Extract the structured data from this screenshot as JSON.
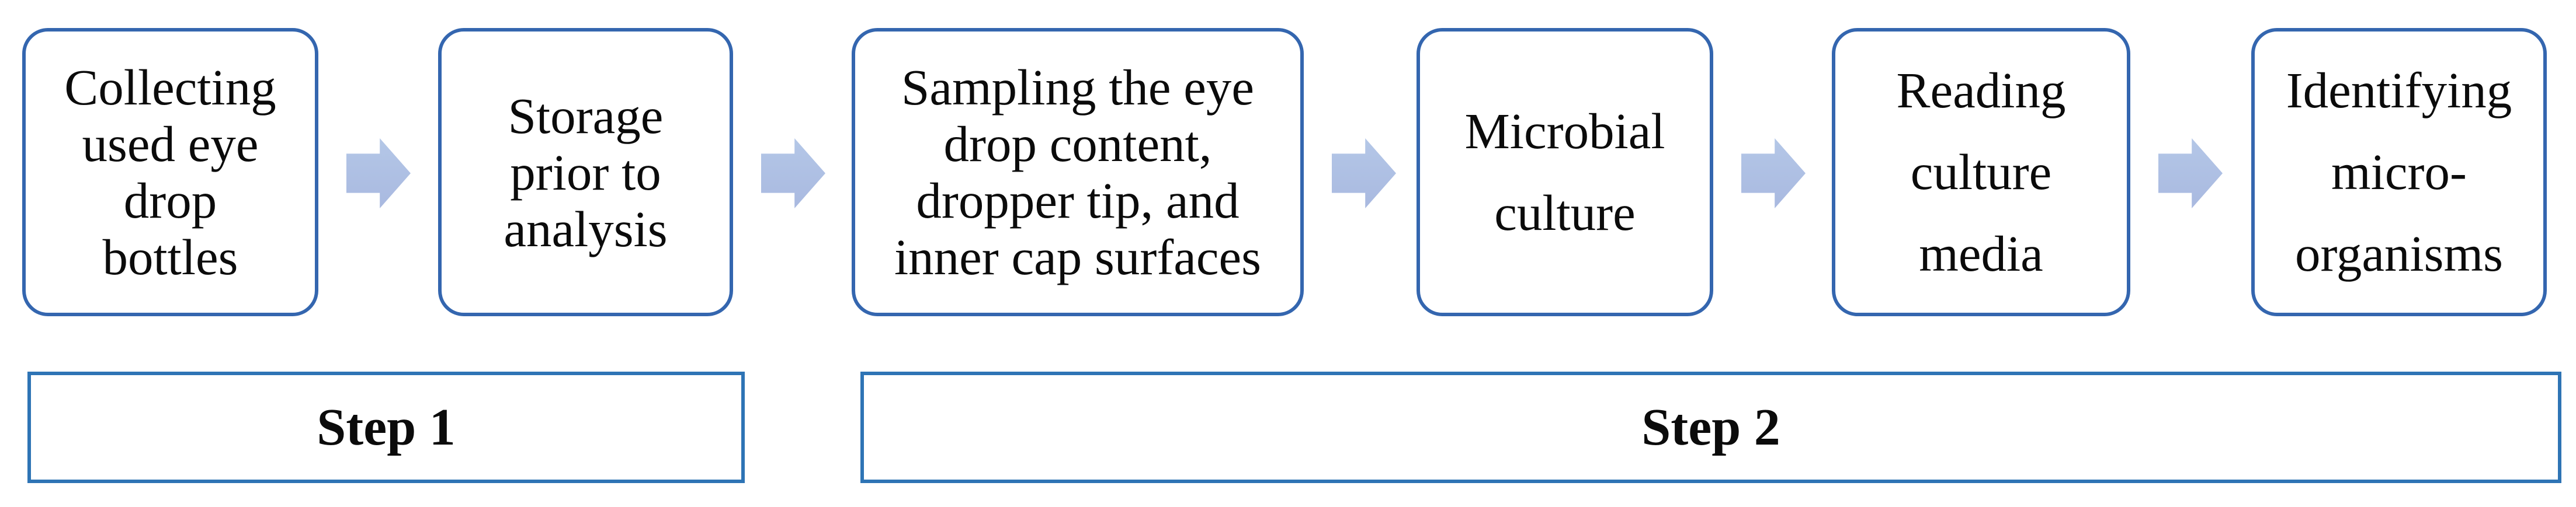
{
  "figure": {
    "boxes": [
      {
        "id": "collecting-used-eye-drop-bottles",
        "lines": [
          "Collecting",
          "used eye",
          "drop",
          "bottles"
        ]
      },
      {
        "id": "storage-prior-to-analysis",
        "lines": [
          "Storage",
          "prior to",
          "analysis"
        ]
      },
      {
        "id": "sampling-surfaces",
        "lines": [
          "Sampling the eye",
          "drop content,",
          "dropper tip, and",
          "inner cap surfaces"
        ]
      },
      {
        "id": "microbial-culture",
        "lines": [
          "Microbial",
          "culture"
        ]
      },
      {
        "id": "reading-culture-media",
        "lines": [
          "Reading",
          "culture",
          "media"
        ]
      },
      {
        "id": "identifying-microorganisms",
        "lines": [
          "Identifying",
          "micro-",
          "organisms"
        ]
      }
    ],
    "steps": [
      {
        "label": "Step 1"
      },
      {
        "label": "Step 2"
      }
    ]
  },
  "colors": {
    "box-border": "#3466AF",
    "step-border": "#2E74B5",
    "arrow-fill": "#B4C7E7",
    "arrow-fill-dark": "#A9B9E0",
    "text": "#0B0B0B"
  }
}
